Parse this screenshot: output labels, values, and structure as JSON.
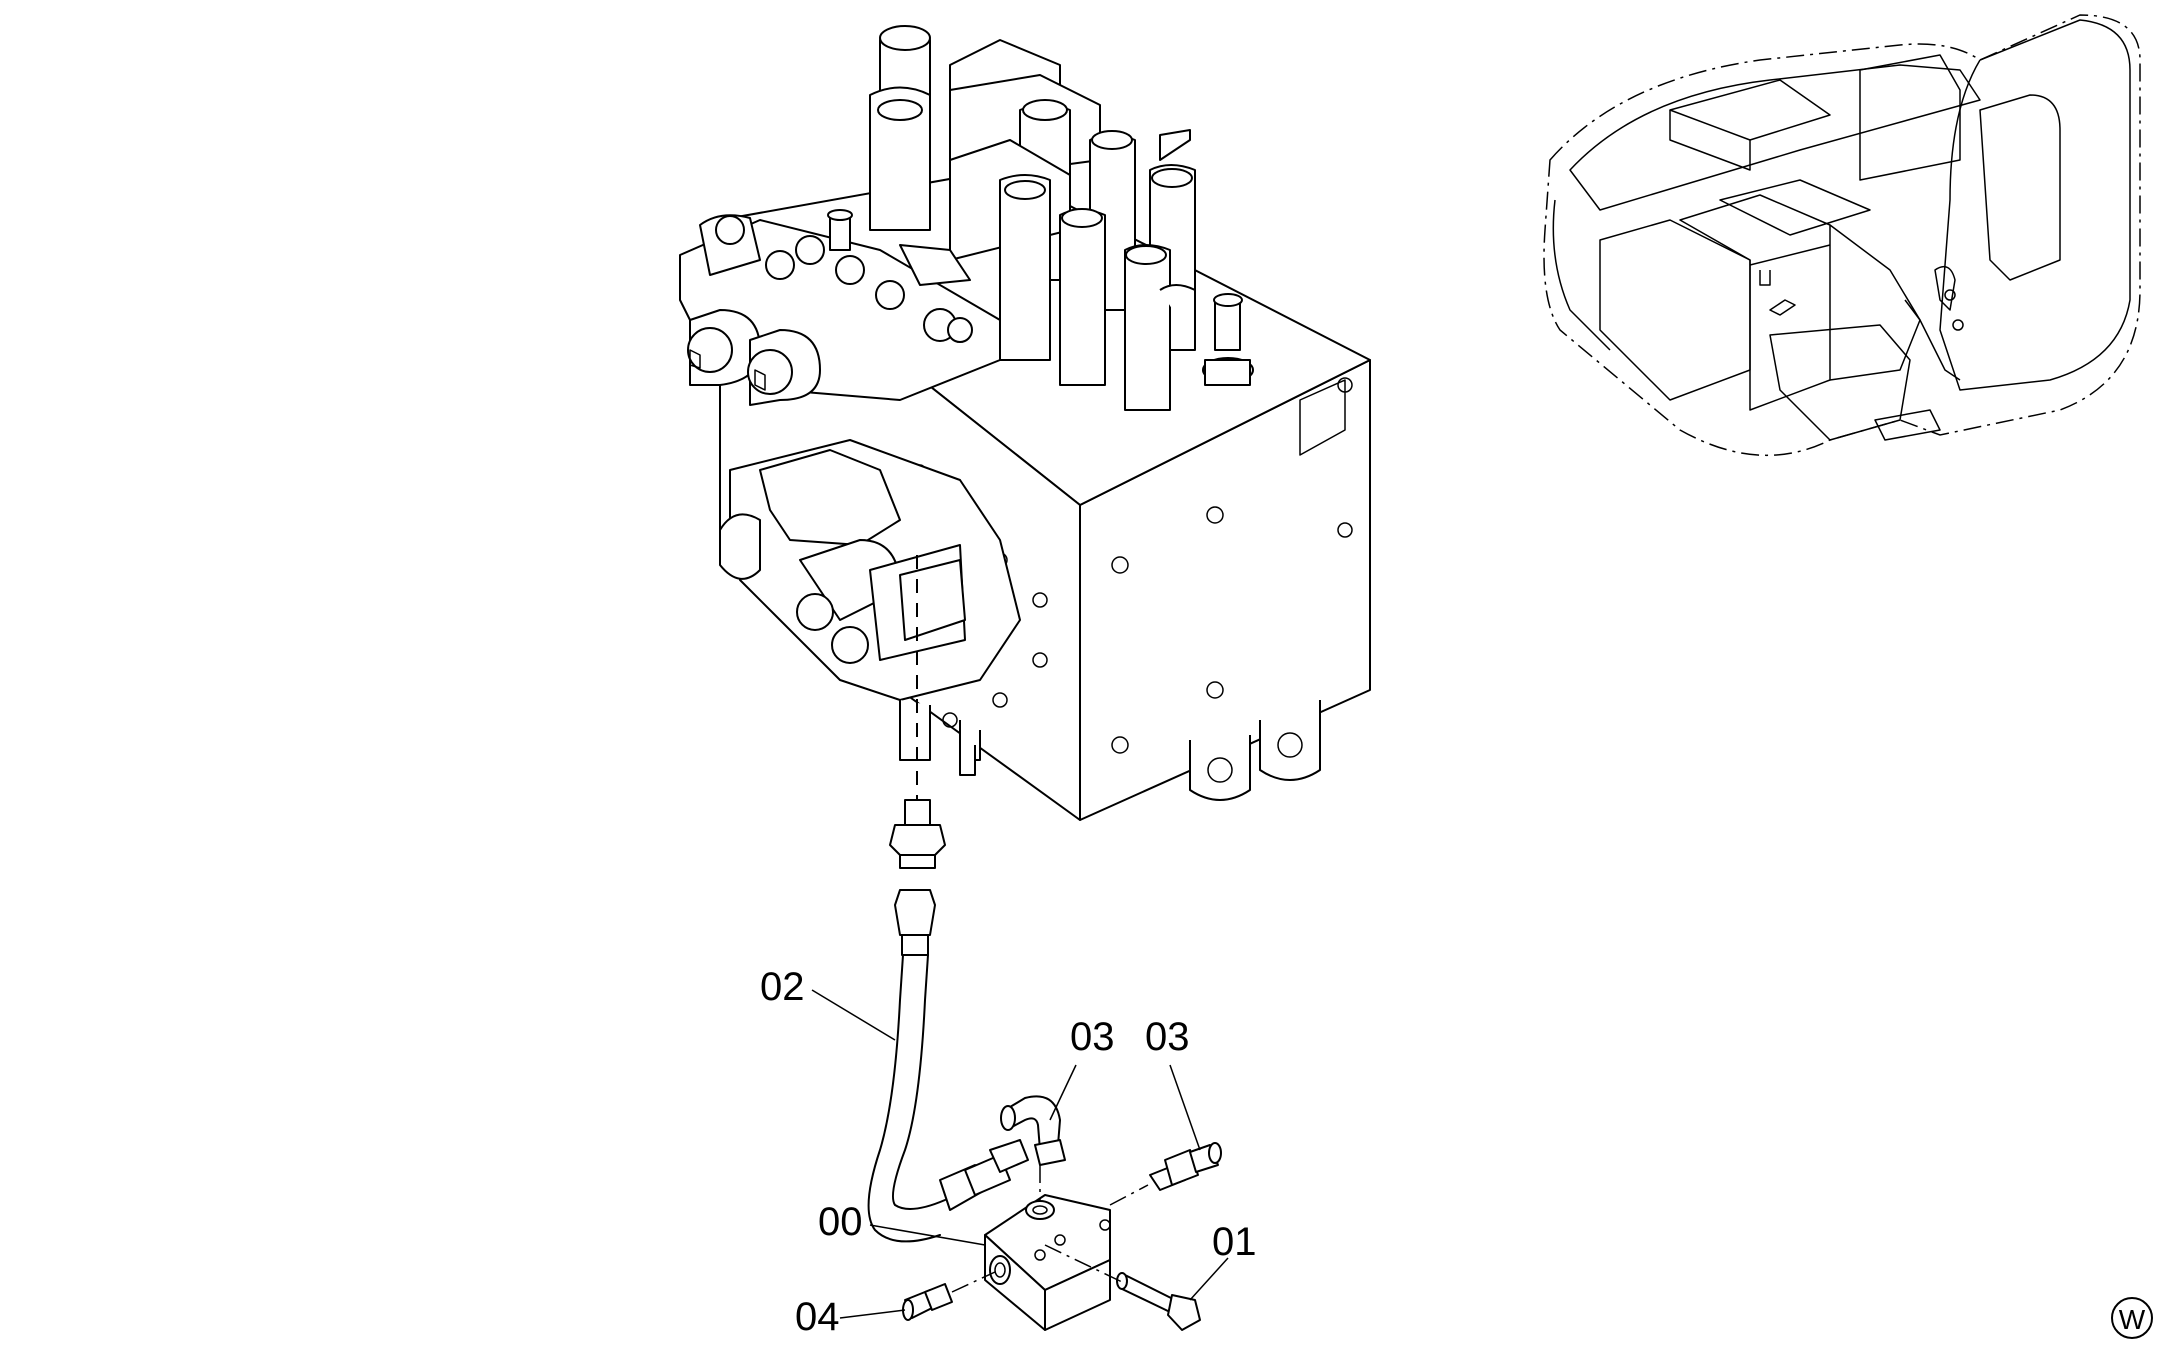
{
  "labels": {
    "part_00": "00",
    "part_01": "01",
    "part_02": "02",
    "part_03a": "03",
    "part_03b": "03",
    "part_04": "04",
    "view_marker": "W"
  },
  "colors": {
    "line": "#000000",
    "background": "#ffffff"
  },
  "icons": {
    "control_valve": "control-valve-assembly",
    "excavator": "excavator-locator",
    "hose": "hose-assembly",
    "block": "manifold-block",
    "bolt": "bolt",
    "elbow": "elbow-fitting",
    "plug": "plug-fitting",
    "connector": "adapter-fitting"
  }
}
